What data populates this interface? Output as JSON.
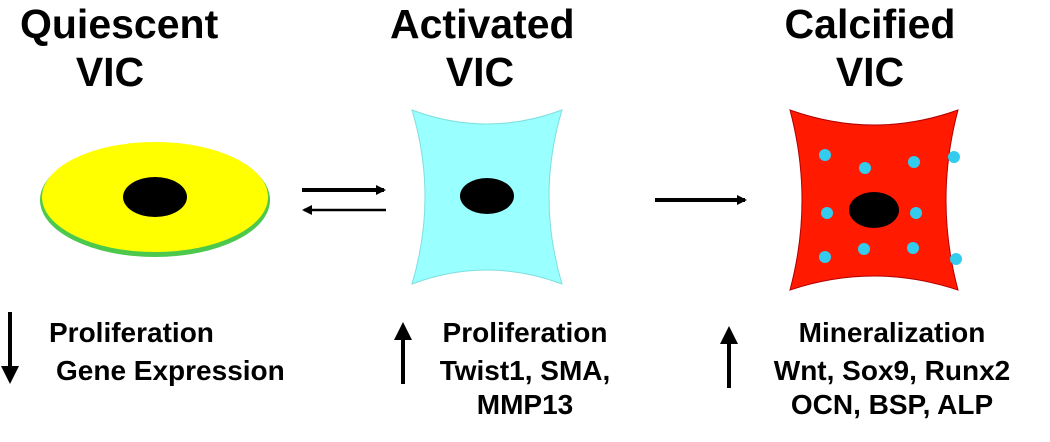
{
  "stages": [
    {
      "title_line1": "Quiescent",
      "title_line2": "VIC",
      "cell_color": "#ffff00",
      "cell_edge_color": "#4cc84c",
      "nucleus_color": "#000000",
      "regulation": "down",
      "markers": [
        "Proliferation",
        "Gene Expression"
      ]
    },
    {
      "title_line1": "Activated",
      "title_line2": "VIC",
      "cell_color": "#99ffff",
      "nucleus_color": "#000000",
      "regulation": "up",
      "markers": [
        "Proliferation",
        "Twist1, SMA,",
        "MMP13"
      ]
    },
    {
      "title_line1": "Calcified",
      "title_line2": "VIC",
      "cell_color": "#ff1a00",
      "dot_color": "#33ccee",
      "nucleus_color": "#000000",
      "regulation": "up",
      "markers": [
        "Mineralization",
        "Wnt, Sox9, Runx2",
        "OCN, BSP, ALP"
      ]
    }
  ],
  "transitions": [
    {
      "from": "Quiescent VIC",
      "to": "Activated VIC",
      "type": "reversible"
    },
    {
      "from": "Activated VIC",
      "to": "Calcified VIC",
      "type": "forward"
    }
  ]
}
